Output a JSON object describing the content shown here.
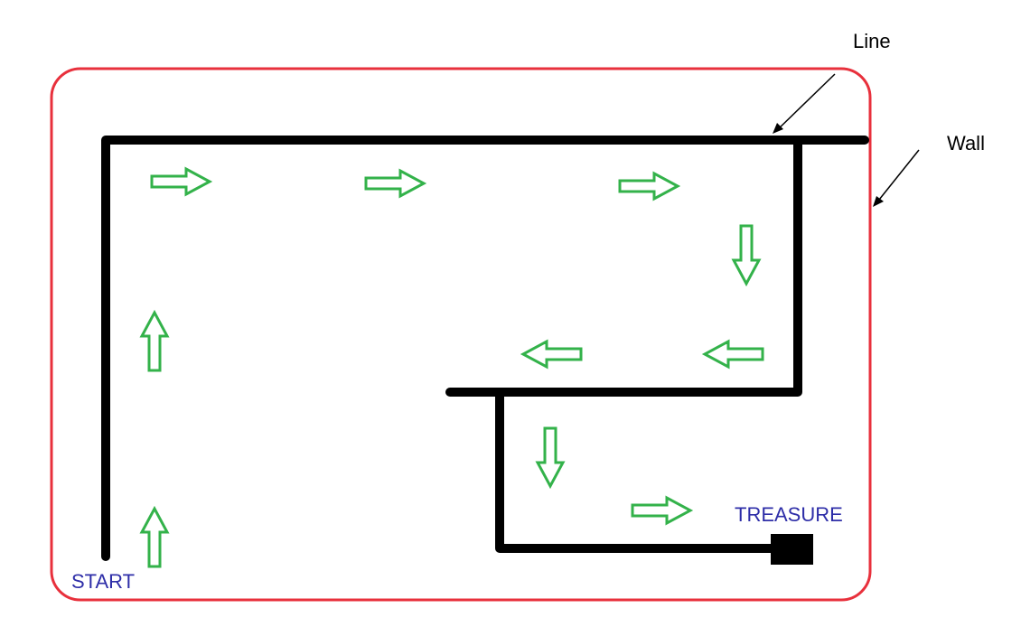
{
  "labels": {
    "line": "Line",
    "wall": "Wall",
    "start": "START",
    "treasure": "TREASURE"
  },
  "colors": {
    "wall": "#e8303c",
    "line": "#000000",
    "arrow": "#33b24a",
    "label_text": "#2e2ea8",
    "treasure": "#000000"
  },
  "arrows": [
    {
      "id": "arrow-right-1",
      "direction": "right"
    },
    {
      "id": "arrow-right-2",
      "direction": "right"
    },
    {
      "id": "arrow-right-3",
      "direction": "right"
    },
    {
      "id": "arrow-down-1",
      "direction": "down"
    },
    {
      "id": "arrow-left-1",
      "direction": "left"
    },
    {
      "id": "arrow-left-2",
      "direction": "left"
    },
    {
      "id": "arrow-up-1",
      "direction": "up"
    },
    {
      "id": "arrow-up-2",
      "direction": "up"
    },
    {
      "id": "arrow-down-2",
      "direction": "down"
    },
    {
      "id": "arrow-right-4",
      "direction": "right"
    }
  ]
}
